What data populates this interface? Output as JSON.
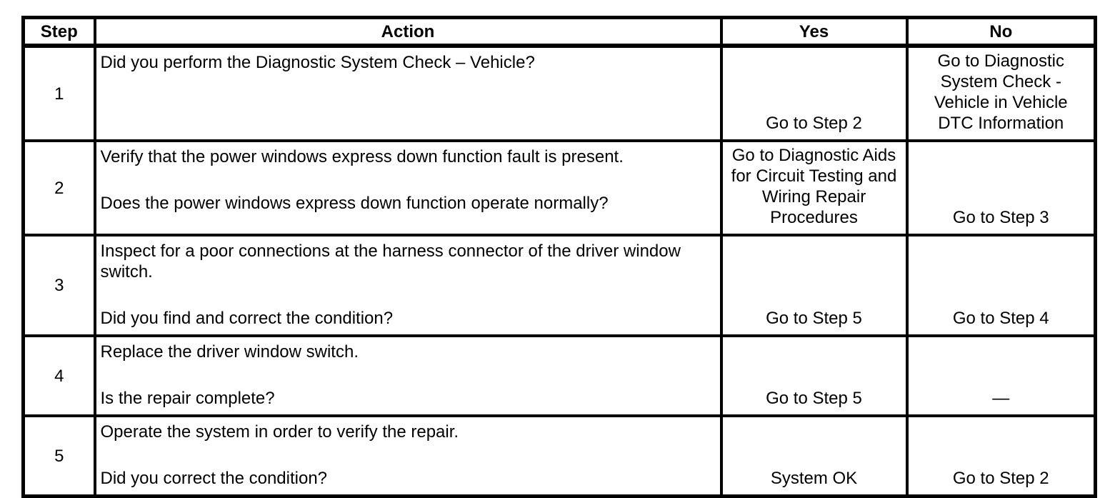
{
  "table": {
    "headers": {
      "step": "Step",
      "action": "Action",
      "yes": "Yes",
      "no": "No"
    },
    "rows": [
      {
        "step": "1",
        "statement": "",
        "question": "Did you perform the Diagnostic System Check – Vehicle?",
        "yes": "Go to Step 2",
        "no": "Go to Diagnostic\nSystem Check -\nVehicle in Vehicle\nDTC Information"
      },
      {
        "step": "2",
        "statement": "Verify that the power windows express down function fault is present.",
        "question": "Does the power windows express down function operate normally?",
        "yes": "Go to Diagnostic Aids\nfor Circuit Testing and\nWiring Repair\nProcedures",
        "no": "Go to Step 3"
      },
      {
        "step": "3",
        "statement": "Inspect for a poor connections at the harness connector of the driver window\nswitch.",
        "question": "Did you find and correct the condition?",
        "yes": "Go to Step 5",
        "no": "Go to Step 4"
      },
      {
        "step": "4",
        "statement": "Replace the driver window switch.",
        "question": "Is the repair complete?",
        "yes": "Go to Step 5",
        "no": "—"
      },
      {
        "step": "5",
        "statement": "Operate the system in order to verify the repair.",
        "question": "Did you correct the condition?",
        "yes": "System OK",
        "no": "Go to Step 2"
      }
    ]
  }
}
